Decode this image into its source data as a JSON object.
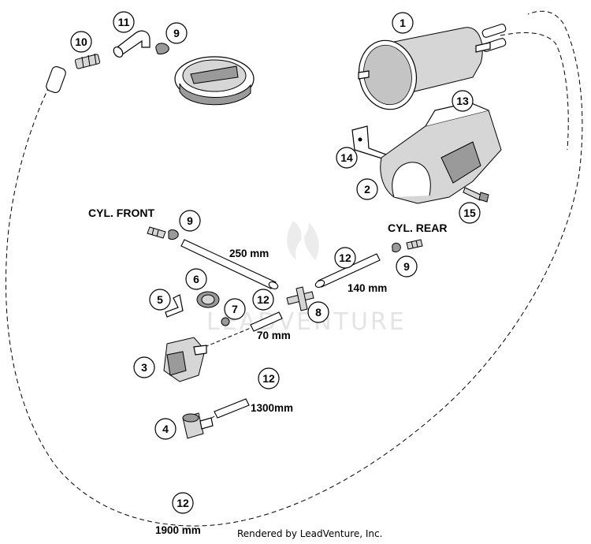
{
  "callouts": {
    "c1": "1",
    "c2": "2",
    "c3": "3",
    "c4": "4",
    "c5": "5",
    "c6": "6",
    "c7": "7",
    "c8": "8",
    "c9a": "9",
    "c9b": "9",
    "c9c": "9",
    "c10": "10",
    "c11": "11",
    "c12a": "12",
    "c12b": "12",
    "c12c": "12",
    "c12d": "12",
    "c13": "13",
    "c14": "14",
    "c15": "15"
  },
  "labels": {
    "cyl_front": "CYL. FRONT",
    "cyl_rear": "CYL. REAR"
  },
  "dimensions": {
    "d250": "250 mm",
    "d140": "140 mm",
    "d70": "70 mm",
    "d1300": "1300mm",
    "d1900": "1900 mm"
  },
  "watermark": "LEADVENTURE",
  "footer": "Rendered by LeadVenture, Inc."
}
